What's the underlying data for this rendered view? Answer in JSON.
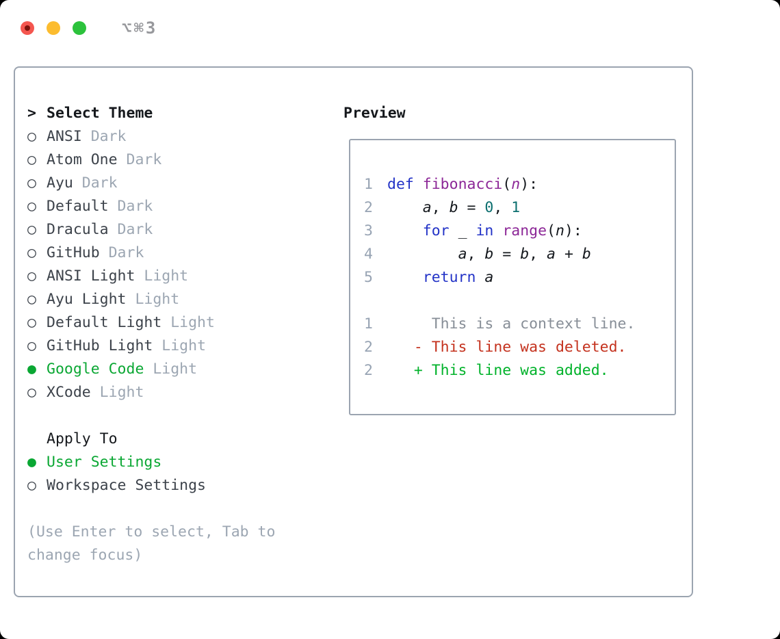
{
  "window": {
    "title": "⌥⌘3",
    "traffic_lights": {
      "close_color": "#f4564f",
      "close_core_color": "#7d130c",
      "minimize_color": "#fcbc2f",
      "zoom_color": "#2cc23c"
    }
  },
  "palette": {
    "title_gray": "#97989c",
    "border": "#9ba4b0",
    "text_black": "#15181c",
    "text_dark": "#3c424a",
    "muted": "#9ca6b2",
    "accent_green": "#0aa733",
    "line_num": "#97a3b3",
    "code_plain": "#14181d",
    "syn_keyword": "#2333c7",
    "syn_function": "#8c2797",
    "syn_literal": "#0c6f6f",
    "diff_context": "#878e97",
    "diff_deleted": "#c4321e",
    "diff_added": "#00b22a"
  },
  "icons": {
    "cursor": ">",
    "radio_unselected": "○",
    "radio_selected": "●"
  },
  "theme_selector": {
    "title": "Select Theme",
    "items": [
      {
        "name": "ANSI",
        "variant": "Dark",
        "selected": false
      },
      {
        "name": "Atom One",
        "variant": "Dark",
        "selected": false
      },
      {
        "name": "Ayu",
        "variant": "Dark",
        "selected": false
      },
      {
        "name": "Default",
        "variant": "Dark",
        "selected": false
      },
      {
        "name": "Dracula",
        "variant": "Dark",
        "selected": false
      },
      {
        "name": "GitHub",
        "variant": "Dark",
        "selected": false
      },
      {
        "name": "ANSI Light",
        "variant": "Light",
        "selected": false
      },
      {
        "name": "Ayu Light",
        "variant": "Light",
        "selected": false
      },
      {
        "name": "Default Light",
        "variant": "Light",
        "selected": false
      },
      {
        "name": "GitHub Light",
        "variant": "Light",
        "selected": false
      },
      {
        "name": "Google Code",
        "variant": "Light",
        "selected": true
      },
      {
        "name": "XCode",
        "variant": "Light",
        "selected": false
      }
    ]
  },
  "apply_to": {
    "title": "Apply To",
    "items": [
      {
        "label": "User Settings",
        "selected": true
      },
      {
        "label": "Workspace Settings",
        "selected": false
      }
    ]
  },
  "help": {
    "lines": [
      "(Use Enter to select, Tab to",
      "change focus)"
    ]
  },
  "preview": {
    "title": "Preview",
    "code_lines": [
      {
        "num": "1",
        "tokens": [
          {
            "t": "def",
            "s": "kw"
          },
          {
            "t": " "
          },
          {
            "t": "fibonacci",
            "s": "fn"
          },
          {
            "t": "("
          },
          {
            "t": "n",
            "s": "param"
          },
          {
            "t": "):"
          }
        ]
      },
      {
        "num": "2",
        "tokens": [
          {
            "t": "    "
          },
          {
            "t": "a",
            "s": "var"
          },
          {
            "t": ", "
          },
          {
            "t": "b",
            "s": "var"
          },
          {
            "t": " = "
          },
          {
            "t": "0",
            "s": "num"
          },
          {
            "t": ", "
          },
          {
            "t": "1",
            "s": "num"
          }
        ]
      },
      {
        "num": "3",
        "tokens": [
          {
            "t": "    "
          },
          {
            "t": "for",
            "s": "kw"
          },
          {
            "t": " _ "
          },
          {
            "t": "in",
            "s": "kw"
          },
          {
            "t": " "
          },
          {
            "t": "range",
            "s": "fn"
          },
          {
            "t": "("
          },
          {
            "t": "n",
            "s": "var"
          },
          {
            "t": "):"
          }
        ]
      },
      {
        "num": "4",
        "tokens": [
          {
            "t": "        "
          },
          {
            "t": "a",
            "s": "var"
          },
          {
            "t": ", "
          },
          {
            "t": "b",
            "s": "var"
          },
          {
            "t": " = "
          },
          {
            "t": "b",
            "s": "var"
          },
          {
            "t": ", "
          },
          {
            "t": "a",
            "s": "var"
          },
          {
            "t": " + "
          },
          {
            "t": "b",
            "s": "var"
          }
        ]
      },
      {
        "num": "5",
        "tokens": [
          {
            "t": "    "
          },
          {
            "t": "return",
            "s": "kw"
          },
          {
            "t": " "
          },
          {
            "t": "a",
            "s": "var"
          }
        ]
      }
    ],
    "diff_lines": [
      {
        "num": "1",
        "kind": "context",
        "text": "     This is a context line."
      },
      {
        "num": "2",
        "kind": "deleted",
        "text": "   - This line was deleted."
      },
      {
        "num": "2",
        "kind": "added",
        "text": "   + This line was added."
      }
    ]
  }
}
